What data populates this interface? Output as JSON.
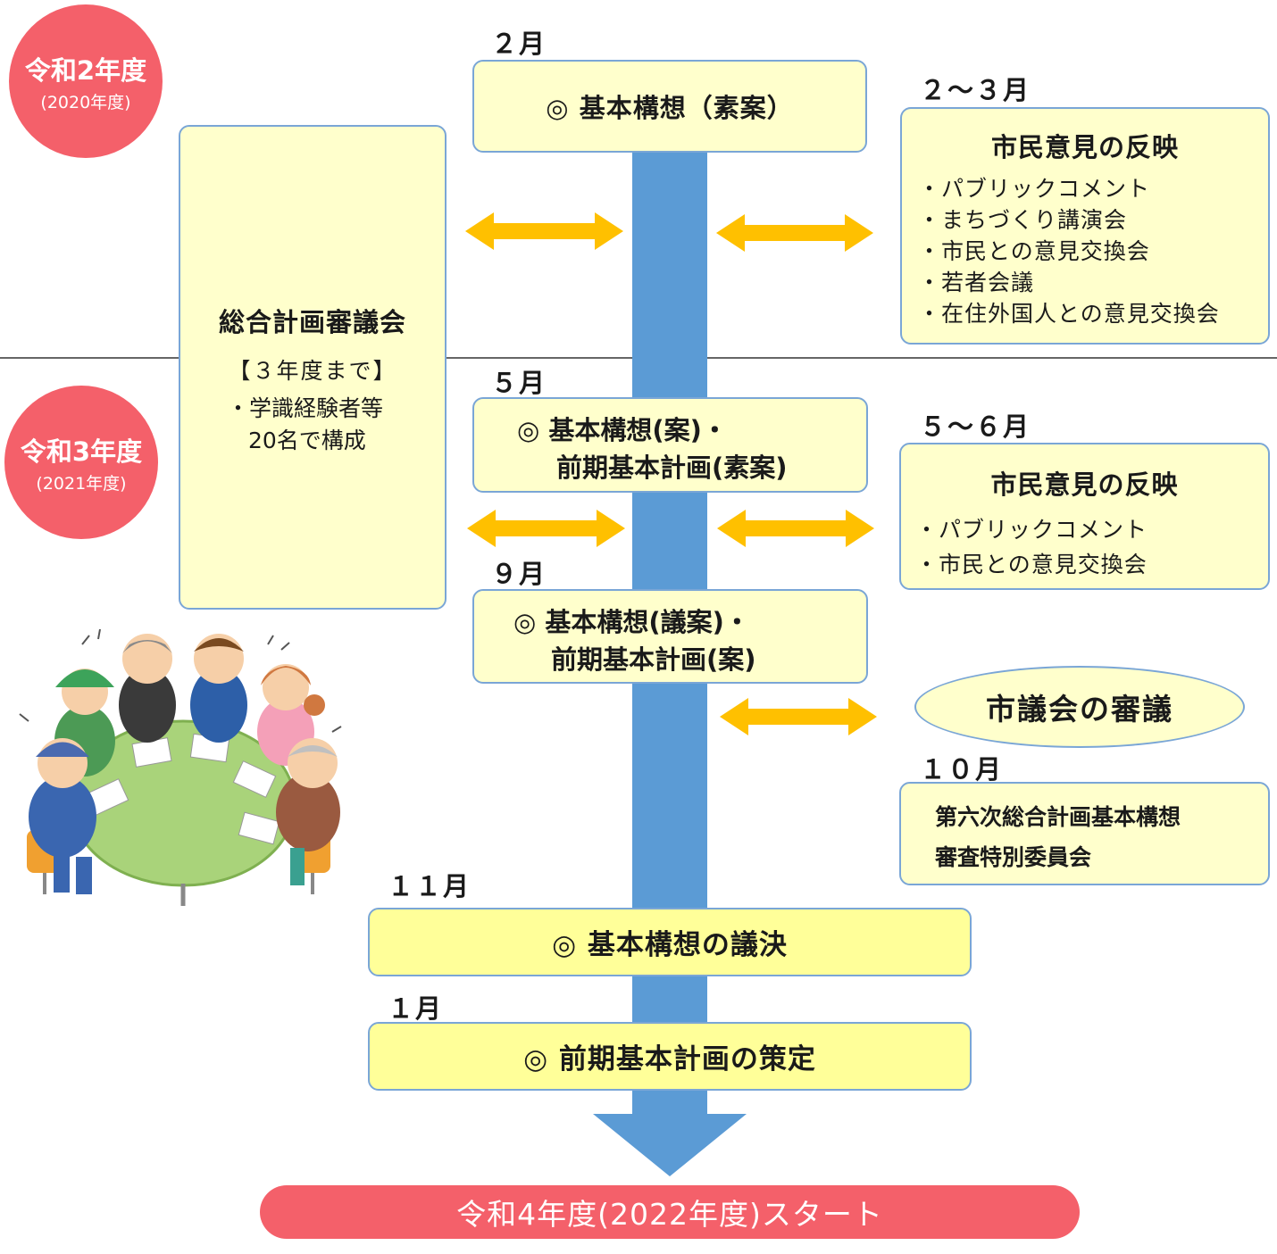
{
  "colors": {
    "box_fill": "#ffffcc",
    "box_fill_strong": "#ffff99",
    "box_border": "#7aa6d6",
    "timeline": "#5b9bd5",
    "arrow": "#ffc000",
    "year_circle": "#f4606a",
    "start_bar": "#f4606a",
    "divider": "#333333"
  },
  "years": [
    {
      "label": "令和2年度",
      "sub": "(2020年度)"
    },
    {
      "label": "令和3年度",
      "sub": "(2021年度)"
    }
  ],
  "council": {
    "title": "総合計画審議会",
    "term": "【３年度まで】",
    "members_line1": "・学識経験者等",
    "members_line2": "20名で構成"
  },
  "months": {
    "m1": "２月",
    "m2": "２～３月",
    "m3": "５月",
    "m4": "５～６月",
    "m5": "９月",
    "m6": "１０月",
    "m7": "１１月",
    "m8": "１月"
  },
  "steps": {
    "s1": "◎ 基本構想（素案）",
    "s2_line1": "◎ 基本構想(案)・",
    "s2_line2": "前期基本計画(素案)",
    "s3_line1": "◎ 基本構想(議案)・",
    "s3_line2": "前期基本計画(案)",
    "s4": "◎ 基本構想の議決",
    "s5": "◎ 前期基本計画の策定"
  },
  "opinion1": {
    "title": "市民意見の反映",
    "items": [
      "・パブリックコメント",
      "・まちづくり講演会",
      "・市民との意見交換会",
      "・若者会議",
      "・在住外国人との意見交換会"
    ]
  },
  "opinion2": {
    "title": "市民意見の反映",
    "items": [
      "・パブリックコメント",
      "・市民との意見交換会"
    ]
  },
  "assembly": {
    "title": "市議会の審議"
  },
  "committee": {
    "line1": "第六次総合計画基本構想",
    "line2": "審査特別委員会"
  },
  "start": {
    "label": "令和4年度(2022年度)スタート"
  }
}
